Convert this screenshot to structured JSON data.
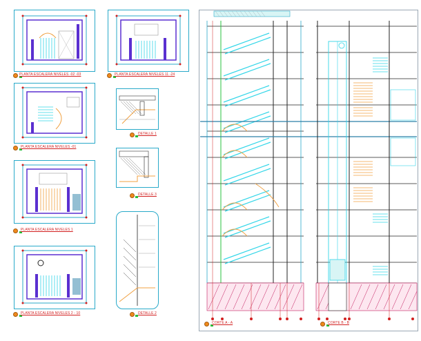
{
  "labels": {
    "plan_1": "PLANTA ESCALERA NIVELES -02 -03",
    "plan_2": "PLANTA ESCALERA NIVELES 11 -24",
    "plan_3": "PLANTA ESCALERA NIVELES -01",
    "plan_4": "PLANTA ESCALERA NIVELES 1",
    "plan_5": "PLANTA ESCALERA NIVELES 2 - 10",
    "detail_1": "DETALLE 1",
    "detail_2": "DETALLE 3",
    "detail_3": "DETALLE 2",
    "section_a": "CORTE A - A",
    "section_b": "CORTE B - B"
  },
  "colors": {
    "accent_cyan": "#28a9c9",
    "label_red": "#d21f1f",
    "wall_purple": "#5a2fd0",
    "stair_cyan": "#33d6e8",
    "stair_orange": "#f0a040",
    "green": "#27c03c",
    "hatch": "#c2185b"
  }
}
